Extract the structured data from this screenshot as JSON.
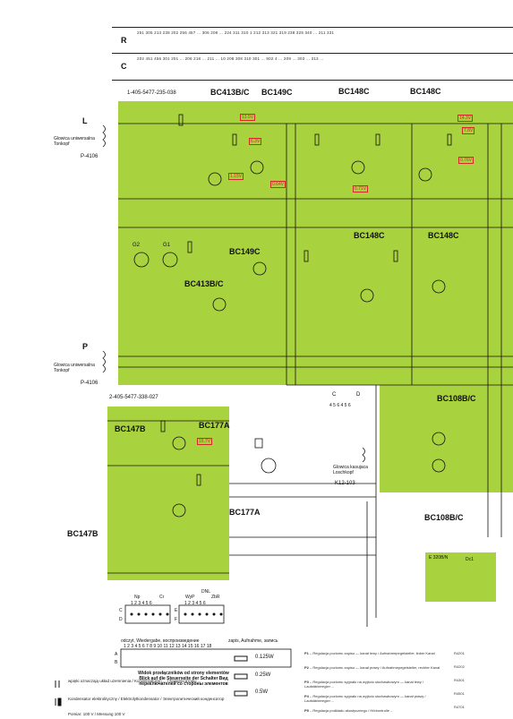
{
  "header_table": {
    "rows": [
      {
        "label": "R",
        "cells": "251 305 213 238 202 256 457 ... 306 208 ... 224 311 310 1 212 313 321 319 238 325 340 ... 211 331"
      },
      {
        "label": "C",
        "cells": "202 451 456 301 201 ... 206 218 ... 211 ... 10 208 308 310 301 ... 902 4 ... 209 ... 303 ... 313 ..."
      }
    ]
  },
  "board_top": {
    "code": "1-405-5477-235-038",
    "transistors": [
      "BC413B/C",
      "BC149C",
      "BC148C",
      "BC148C",
      "BC149C",
      "BC413B/C",
      "BC148C",
      "BC148C"
    ],
    "voltage_marks": [
      "13.5V",
      "6.3V",
      "1.15V",
      "0.64V",
      "0.71V",
      "14.3V",
      "7.8V",
      "0.76V"
    ],
    "inputs": [
      {
        "letter": "L",
        "caption": "Glowica uniwersalna Tonkopf",
        "part": "P-4106"
      },
      {
        "letter": "P",
        "caption": "Glowica uniwersalna Tonkopf",
        "part": "P-4106"
      }
    ],
    "connector_labels": [
      "G2",
      "G1"
    ]
  },
  "board_bottom": {
    "code": "2-405-5477-338-027",
    "transistors": [
      "BC147B",
      "BC177A",
      "BC177A"
    ],
    "side_label": "BC147B",
    "voltage_mark": "15.7V"
  },
  "middle_right": {
    "transistors": [
      "BC108B/C",
      "BC108B/C"
    ],
    "erase_head": "Glowica kasujaca Loschkopf",
    "erase_part": "K12-103",
    "connectors": [
      "C",
      "D"
    ],
    "connector_pins": "4 5 6   4 5 6"
  },
  "small_board": {
    "label": "E 320B/N",
    "part_label": "Dc1"
  },
  "switches": {
    "top_labels": {
      "left": "Np",
      "right": "Cr"
    },
    "top_pins": "1 2 3 4 5 6",
    "rows": [
      "C",
      "D"
    ],
    "dnl_labels": {
      "left": "WyP",
      "right": "ZbR",
      "title": "DNL"
    },
    "dnl_pins": "1 2 3 4 5 6",
    "dnl_rows": [
      "E",
      "F"
    ],
    "long_header": "odczyt, Wiedergabe, воспроизведение",
    "long_header2": "zapis, Aufnahme, запись",
    "long_pins": "1 2 3 4 5 6 7 8 9 10 11 12 13 14 15 16 17 18",
    "long_rows": [
      "A",
      "B"
    ],
    "caption": "Widok przełączników od strony elementów Blick auf die Steuerseite der Schalter Вид переключателей со стороны элементов"
  },
  "legend": [
    {
      "symbol": "cap",
      "text": "wpięki oznaczają układ uzemnienia / Kondensatoren ... / Конденсаторы ..."
    },
    {
      "symbol": "ecap",
      "text": "Kondensator elektrolityczny / Elektrolytkondensator / Электролитический конденсатор"
    },
    {
      "symbol": "fet",
      "text": "Pomiar: 100 V / Messung 100 V"
    }
  ],
  "resistor_legend": [
    "0.125W",
    "0.25W",
    "0.5W"
  ],
  "potentiometers": [
    {
      "id": "P1",
      "text": "Regulacja poziomu zapisu — kanał lewy / Aufnahmepegelsteller, linker Kanal"
    },
    {
      "id": "P2",
      "text": "Regulacja poziomu zapisu — kanał prawy / Aufnahmepegelsteller, rechter Kanal"
    },
    {
      "id": "P3",
      "text": "Regulacja poziomu sygnału na wyjściu słuchawkowym — kanał lewy / Lautstärkeregler ..."
    },
    {
      "id": "P4",
      "text": "Regulacja poziomu sygnału na wyjściu słuchawkowym — kanał prawy / Lautstärkeregler ..."
    },
    {
      "id": "P5",
      "text": "Regulacja podkładu akustycznego / Hörkontrolle ..."
    }
  ],
  "right_column_notes": [
    "R4201",
    "R4202",
    "R4301",
    "R4501",
    "R4701"
  ],
  "colors": {
    "board_green": "#a9d23f",
    "voltage_red": "#d8262a",
    "trace": "#111111"
  }
}
